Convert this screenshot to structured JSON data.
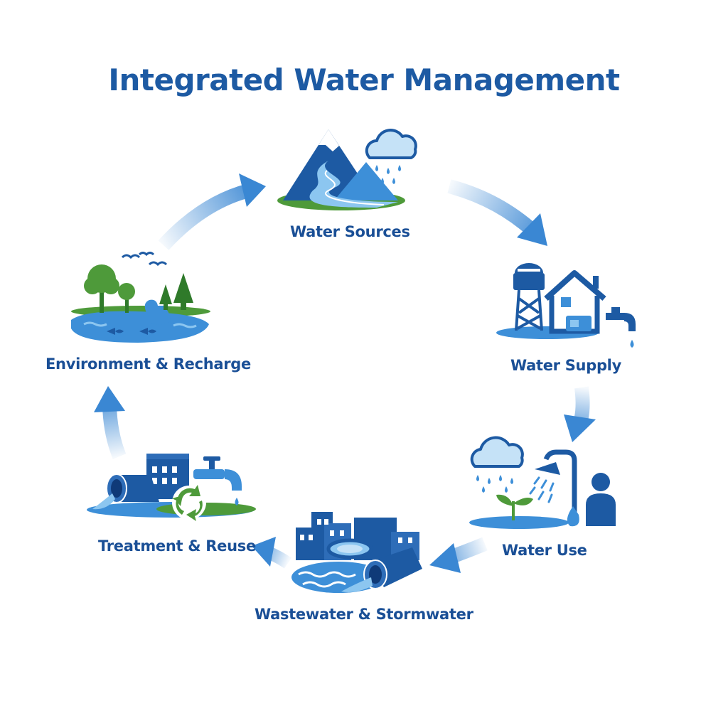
{
  "title": "Integrated Water Management",
  "stages": [
    {
      "id": "water-sources",
      "label": "Water Sources",
      "icon": "mountain-river-rain-icon"
    },
    {
      "id": "water-supply",
      "label": "Water Supply",
      "icon": "water-tower-house-tap-icon"
    },
    {
      "id": "water-use",
      "label": "Water Use",
      "icon": "rain-shower-plant-person-icon"
    },
    {
      "id": "wastewater-stormwater",
      "label": "Wastewater & Stormwater",
      "icon": "city-pipe-outflow-icon"
    },
    {
      "id": "treatment-reuse",
      "label": "Treatment & Reuse",
      "icon": "pipe-plant-recycle-tap-icon"
    },
    {
      "id": "environment-recharge",
      "label": "Environment & Recharge",
      "icon": "trees-lake-birds-icon"
    }
  ],
  "colors": {
    "title": "#1d5aa3",
    "label": "#1a4f96",
    "dark_blue": "#1d5aa3",
    "mid_blue": "#3d8fd8",
    "light_blue": "#8cc6f0",
    "green": "#4e9a3a",
    "arrow": "#3a87d3"
  }
}
